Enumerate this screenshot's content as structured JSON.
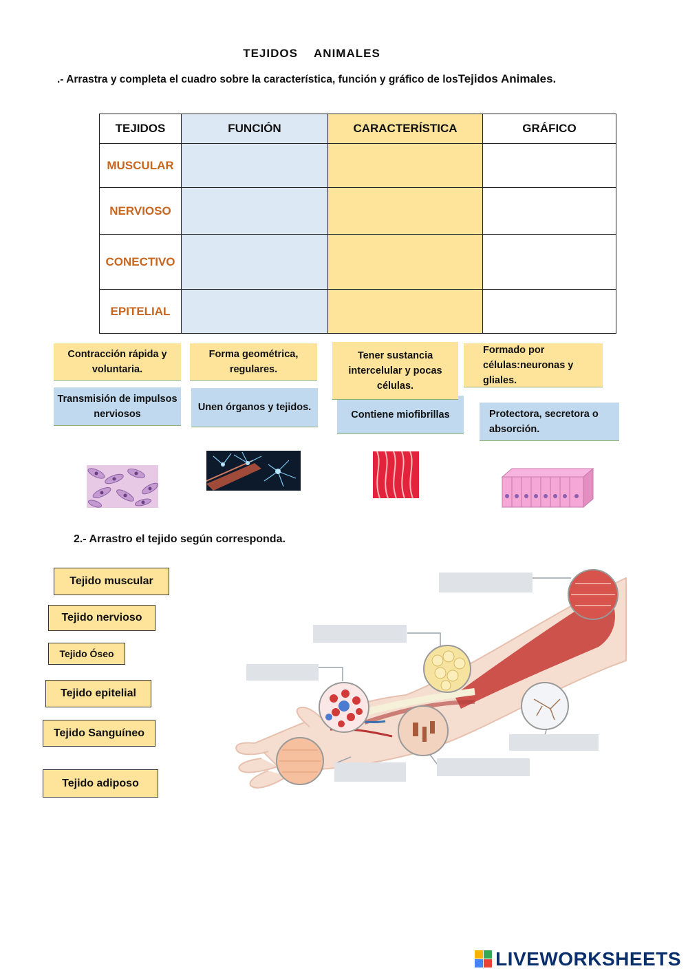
{
  "title": "TEJIDOS    ANIMALES",
  "instruction": {
    "text": ".- Arrastra  y completa  el cuadro sobre la característica,  función y gráfico de los",
    "emphasis": "Tejidos Animales."
  },
  "table": {
    "headers": [
      "TEJIDOS",
      "FUNCIÓN",
      "CARACTERÍSTICA",
      "GRÁFICO"
    ],
    "rows": [
      "MUSCULAR",
      "NERVIOSO",
      "CONECTIVO",
      "EPITELIAL"
    ]
  },
  "cards": [
    "Contracción rápida y voluntaria.",
    "Forma geométrica, regulares.",
    "Tener sustancia intercelular y pocas células.",
    "Formado por células:neuronas y gliales.",
    "Transmisión de impulsos nerviosos",
    "Unen órganos y tejidos.",
    "Contiene miofibrillas",
    "Protectora, secretora o absorción."
  ],
  "section2": {
    "instruction": "2.- Arrastro  el tejido según corresponda.",
    "labels": [
      "Tejido muscular",
      "Tejido nervioso",
      "Tejido Óseo",
      "Tejido epitelial",
      "Tejido Sanguíneo",
      "Tejido adiposo"
    ]
  },
  "brand": "LIVEWORKSHEETS",
  "colors": {
    "tissue_name": "#c8651e",
    "funcion_column": "#dde8f5",
    "caracteristica_column": "#fde49a",
    "card_yellow": "#fde49a",
    "card_blue": "#c0d9ee"
  }
}
